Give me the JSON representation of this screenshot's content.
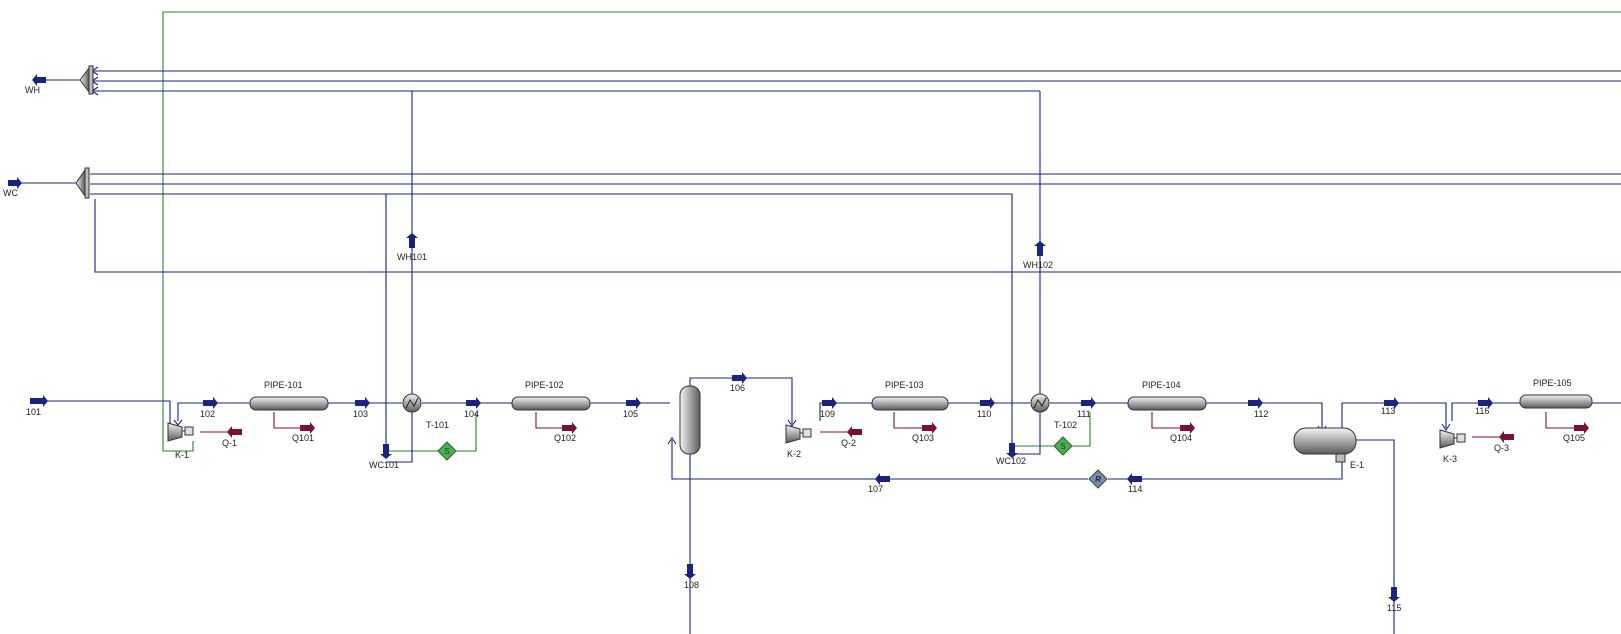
{
  "colors": {
    "material": "#1a237e",
    "energy": "#7a1034",
    "signal": "#2e7d32",
    "equipment_fill": "#d8d8d8",
    "equipment_stroke": "#333333",
    "spreadsheet_fill": "#4caf50",
    "recycle_fill": "#78909c"
  },
  "streams": {
    "s101": "101",
    "s102": "102",
    "s103": "103",
    "s104": "104",
    "s105": "105",
    "s106": "106",
    "s107": "107",
    "s108": "108",
    "s109": "109",
    "s110": "110",
    "s111": "111",
    "s112": "112",
    "s113": "113",
    "s114": "114",
    "s115": "115",
    "s116": "116",
    "wh": "WH",
    "wc": "WC",
    "wh101": "WH101",
    "wc101": "WC101",
    "wh102": "WH102",
    "wc102": "WC102"
  },
  "energy": {
    "q1": "Q-1",
    "q2": "Q-2",
    "q3": "Q-3",
    "q101": "Q101",
    "q102": "Q102",
    "q103": "Q103",
    "q104": "Q104",
    "q105": "Q105"
  },
  "units": {
    "k1": "K-1",
    "k2": "K-2",
    "k3": "K-3",
    "t101": "T-101",
    "t102": "T-102",
    "pipe101": "PIPE-101",
    "pipe102": "PIPE-102",
    "pipe103": "PIPE-103",
    "pipe104": "PIPE-104",
    "pipe105": "PIPE-105",
    "e1": "E-1",
    "spreadsheet_symbol": "S",
    "recycle_symbol": "R"
  }
}
